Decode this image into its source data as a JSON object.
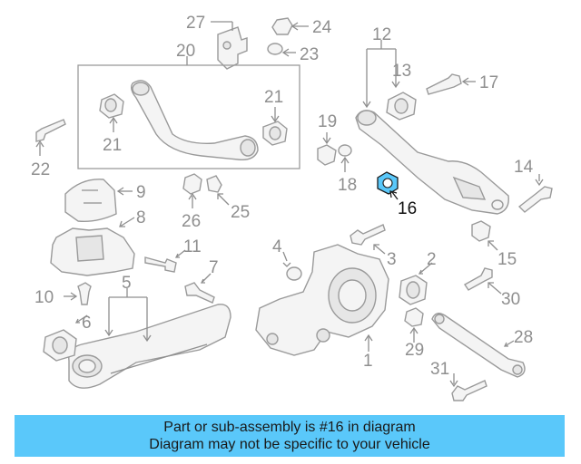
{
  "callouts": {
    "n1": "1",
    "n2": "2",
    "n3": "3",
    "n4": "4",
    "n5": "5",
    "n6": "6",
    "n7": "7",
    "n8": "8",
    "n9": "9",
    "n10": "10",
    "n11": "11",
    "n12": "12",
    "n13": "13",
    "n14": "14",
    "n15": "15",
    "n16": "16",
    "n17": "17",
    "n18": "18",
    "n19": "19",
    "n20": "20",
    "n21a": "21",
    "n21b": "21",
    "n22": "22",
    "n23": "23",
    "n24": "24",
    "n25": "25",
    "n26": "26",
    "n27": "27",
    "n28": "28",
    "n29": "29",
    "n30": "30",
    "n31": "31"
  },
  "highlight": {
    "part_number": "16",
    "color": "#5ac8fa"
  },
  "banner": {
    "line1": "Part or sub-assembly is #16 in diagram",
    "line2": "Diagram may not be specific to your vehicle",
    "color": "#5ac8fa"
  }
}
